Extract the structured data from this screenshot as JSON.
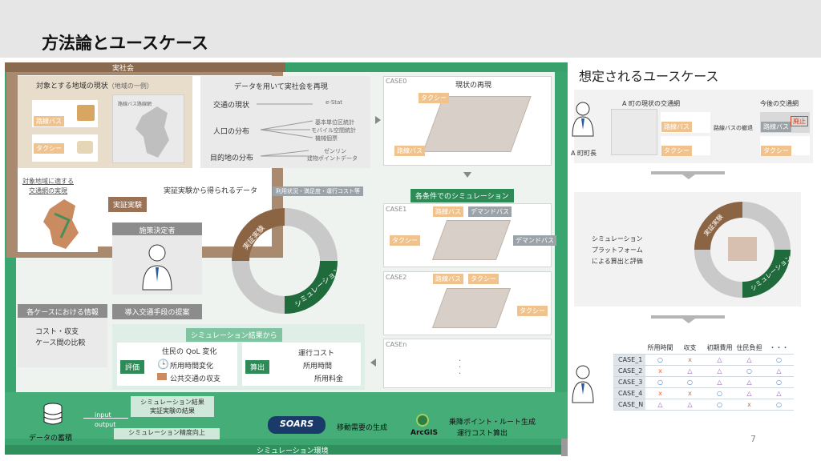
{
  "slide": {
    "title": "方法論とユースケース",
    "page": "7"
  },
  "left": {
    "real_society": "実社会",
    "env": "シミュレーション環境",
    "region": {
      "title": "対象とする地域の現状",
      "title_sub": "（地域の一例）",
      "route_bus": "路線バス",
      "taxi": "タクシー",
      "map_label": "路線バス路線網"
    },
    "reproduce": {
      "title": "データを用いて実社会を再現",
      "rows": [
        {
          "label": "交通の現状",
          "sources": [
            "e-Stat"
          ]
        },
        {
          "label": "人口の分布",
          "sources": [
            "基本単位区統計",
            "モバイル空間統計",
            "機械個票"
          ]
        },
        {
          "label": "目的地の分布",
          "sources": [
            "ゼンリン",
            "建物ポイントデータ"
          ]
        }
      ]
    },
    "case0": {
      "label": "CASE0",
      "title": "現状の再現",
      "taxi": "タクシー",
      "route_bus": "路線バス"
    },
    "apply": {
      "line1": "対象地域に適する",
      "line2": "交通網の実現"
    },
    "trial": "実証実験",
    "trial_data": "実証実験から得られるデータ",
    "trial_data_sub": "利用状況・満足度・運行コスト等",
    "sim_each": "各条件でのシミュレーション",
    "decision_maker": "施策決定者",
    "ring_top": "実証実験",
    "ring_bottom": "シミュレーション",
    "cases": [
      {
        "label": "CASE1",
        "tags": [
          "路線バス",
          "デマンドバス",
          "タクシー",
          "デマンドバス"
        ]
      },
      {
        "label": "CASE2",
        "tags": [
          "路線バス",
          "タクシー",
          "タクシー"
        ]
      },
      {
        "label": "CASEn",
        "tags": []
      }
    ],
    "info_each": "各ケースにおける情報",
    "propose": "導入交通手段の提案",
    "cost_cmp": {
      "line1": "コスト・収支",
      "line2": "ケース間の比較"
    },
    "from_results": "シミュレーション結果から",
    "eval": {
      "tag": "評価",
      "title": "住民の QoL 変化",
      "items": [
        "所用時間変化",
        "公共交通の収支"
      ]
    },
    "calc": {
      "tag": "算出",
      "title": "運行コスト",
      "items": [
        "所用時間",
        "所用料金"
      ]
    },
    "storage": "データの蓄積",
    "input": "input",
    "output": "output",
    "sim_result": {
      "line1": "シミュレーション結果",
      "line2": "実証実験の結果"
    },
    "accuracy": "シミュレーション精度向上",
    "soars": "SOARS",
    "demand": "移動需要の生成",
    "arcgis": "ArcGIS",
    "route_gen": {
      "line1": "乗降ポイント・ルート生成",
      "line2": "運行コスト算出"
    }
  },
  "right": {
    "title": "想定されるユースケース",
    "mayor": "A 町町長",
    "current_net": "A 町の現状の交通網",
    "future_net": "今後の交通網",
    "bus_abolish": "路線バスの撤退",
    "abolish_stamp": "廃止",
    "route_bus": "路線バス",
    "taxi": "タクシー",
    "platform": {
      "line1": "シミュレーション",
      "line2": "プラットフォーム",
      "line3": "による算出と評価"
    },
    "ring_top": "実証実験",
    "ring_bottom": "シミュレーション",
    "table": {
      "headers": [
        "所用時間",
        "収支",
        "初期費用",
        "住民負担",
        "・・・"
      ],
      "rows": [
        {
          "case": "CASE_1",
          "vals": [
            "○",
            "x",
            "△",
            "△",
            "○"
          ]
        },
        {
          "case": "CASE_2",
          "vals": [
            "x",
            "△",
            "△",
            "○",
            "△"
          ]
        },
        {
          "case": "CASE_3",
          "vals": [
            "○",
            "○",
            "△",
            "△",
            "○"
          ]
        },
        {
          "case": "CASE_4",
          "vals": [
            "x",
            "x",
            "○",
            "△",
            "△"
          ]
        },
        {
          "case": "CASE_N",
          "vals": [
            "△",
            "△",
            "○",
            "x",
            "○"
          ]
        }
      ]
    }
  }
}
